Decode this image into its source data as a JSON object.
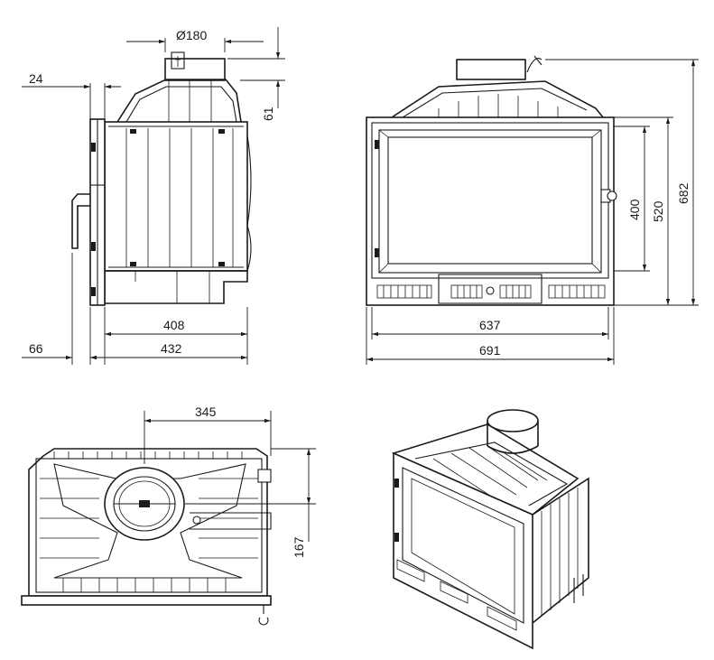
{
  "views": {
    "side": {
      "dims": {
        "flue_diameter": "Ø180",
        "top_offset": "24",
        "flue_height": "61",
        "body_depth": "408",
        "overall_depth": "432",
        "door_offset": "66"
      }
    },
    "front": {
      "dims": {
        "glass_width": "637",
        "overall_width": "691",
        "glass_height": "400",
        "body_height": "520",
        "overall_height": "682"
      }
    },
    "top": {
      "dims": {
        "flue_center_x": "345",
        "flue_center_y": "167"
      }
    },
    "iso": {}
  },
  "colors": {
    "line": "#1a1a1a",
    "background": "#ffffff"
  }
}
